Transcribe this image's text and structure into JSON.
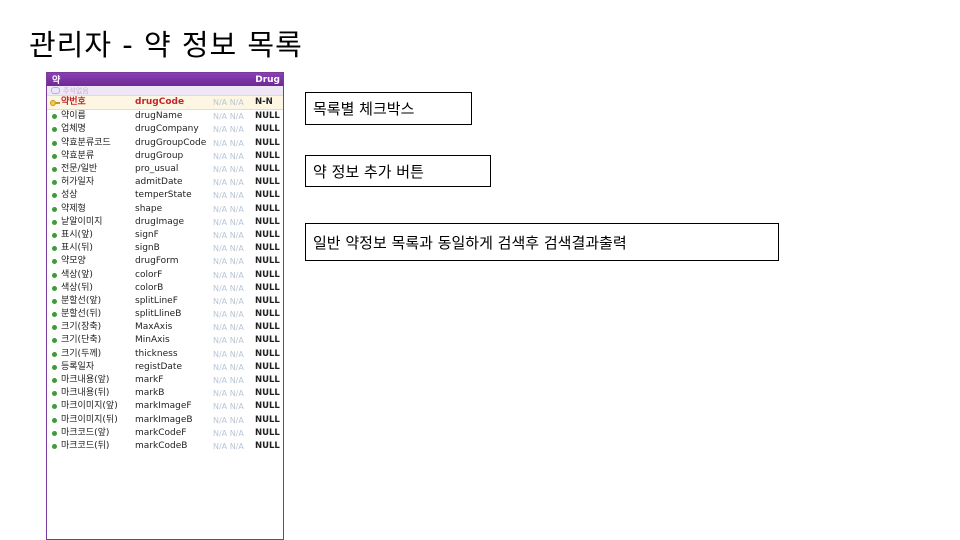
{
  "title": "관리자 - 약 정보 목록",
  "entity": {
    "logical_name": "약",
    "physical_name": "Drug",
    "subtitle": "주석없음",
    "fields": [
      {
        "name": "약번호",
        "code": "drugCode",
        "na": "N/A N/A",
        "null": "N-N",
        "pk": true
      },
      {
        "name": "약이름",
        "code": "drugName",
        "na": "N/A N/A",
        "null": "NULL"
      },
      {
        "name": "업체명",
        "code": "drugCompany",
        "na": "N/A N/A",
        "null": "NULL"
      },
      {
        "name": "약효분류코드",
        "code": "drugGroupCode",
        "na": "N/A N/A",
        "null": "NULL"
      },
      {
        "name": "약효분류",
        "code": "drugGroup",
        "na": "N/A N/A",
        "null": "NULL"
      },
      {
        "name": "전문/일반",
        "code": "pro_usual",
        "na": "N/A N/A",
        "null": "NULL"
      },
      {
        "name": "허가일자",
        "code": "admitDate",
        "na": "N/A N/A",
        "null": "NULL"
      },
      {
        "name": "성상",
        "code": "temperState",
        "na": "N/A N/A",
        "null": "NULL"
      },
      {
        "name": "약제형",
        "code": "shape",
        "na": "N/A N/A",
        "null": "NULL"
      },
      {
        "name": "낱알이미지",
        "code": "drugImage",
        "na": "N/A N/A",
        "null": "NULL"
      },
      {
        "name": "표시(앞)",
        "code": "signF",
        "na": "N/A N/A",
        "null": "NULL"
      },
      {
        "name": "표시(뒤)",
        "code": "signB",
        "na": "N/A N/A",
        "null": "NULL"
      },
      {
        "name": "약모양",
        "code": "drugForm",
        "na": "N/A N/A",
        "null": "NULL"
      },
      {
        "name": "색상(앞)",
        "code": "colorF",
        "na": "N/A N/A",
        "null": "NULL"
      },
      {
        "name": "색상(뒤)",
        "code": "colorB",
        "na": "N/A N/A",
        "null": "NULL"
      },
      {
        "name": "분할선(앞)",
        "code": "splitLineF",
        "na": "N/A N/A",
        "null": "NULL"
      },
      {
        "name": "분할선(뒤)",
        "code": "splitLlineB",
        "na": "N/A N/A",
        "null": "NULL"
      },
      {
        "name": "크기(장축)",
        "code": "MaxAxis",
        "na": "N/A N/A",
        "null": "NULL"
      },
      {
        "name": "크기(단축)",
        "code": "MinAxis",
        "na": "N/A N/A",
        "null": "NULL"
      },
      {
        "name": "크기(두께)",
        "code": "thickness",
        "na": "N/A N/A",
        "null": "NULL"
      },
      {
        "name": "등록일자",
        "code": "registDate",
        "na": "N/A N/A",
        "null": "NULL"
      },
      {
        "name": "마크내용(앞)",
        "code": "markF",
        "na": "N/A N/A",
        "null": "NULL"
      },
      {
        "name": "마크내용(뒤)",
        "code": "markB",
        "na": "N/A N/A",
        "null": "NULL"
      },
      {
        "name": "마크이미지(앞)",
        "code": "markImageF",
        "na": "N/A N/A",
        "null": "NULL"
      },
      {
        "name": "마크이미지(뒤)",
        "code": "markImageB",
        "na": "N/A N/A",
        "null": "NULL"
      },
      {
        "name": "마크코드(앞)",
        "code": "markCodeF",
        "na": "N/A N/A",
        "null": "NULL"
      },
      {
        "name": "마크코드(뒤)",
        "code": "markCodeB",
        "na": "N/A N/A",
        "null": "NULL"
      }
    ]
  },
  "notes": [
    "목록별 체크박스",
    "약 정보 추가 버튼",
    "일반 약정보 목록과 동일하게 검색후 검색결과출력"
  ]
}
